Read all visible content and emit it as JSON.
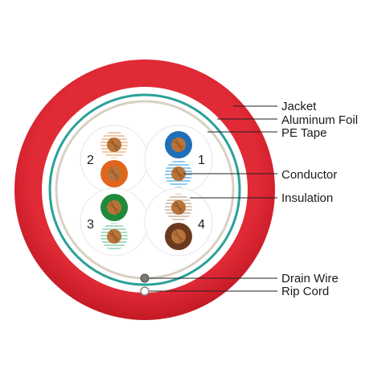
{
  "labels": {
    "jacket": "Jacket",
    "aluminum_foil": "Aluminum Foil",
    "pe_tape": "PE Tape",
    "conductor": "Conductor",
    "insulation": "Insulation",
    "drain_wire": "Drain Wire",
    "rip_cord": "Rip Cord"
  },
  "pairs": [
    {
      "number": "1",
      "solid": "blue",
      "striped": "light-blue/white"
    },
    {
      "number": "2",
      "solid": "orange",
      "striped": "peach/white"
    },
    {
      "number": "3",
      "solid": "green",
      "striped": "mint/white"
    },
    {
      "number": "4",
      "solid": "brown",
      "striped": "tan/white"
    }
  ],
  "colors": {
    "jacket": "#d4202c",
    "aluminum_foil": "#2aa198",
    "pe_tape": "#d8d0c2",
    "blue": "#1f6fb8",
    "light_blue": "#8fc9ea",
    "orange": "#e0661c",
    "peach": "#f1c9a6",
    "green": "#1f8a3c",
    "mint": "#a9dcc3",
    "brown": "#6b3a1e",
    "tan": "#d9c6b4",
    "copper": "#b8733a"
  }
}
